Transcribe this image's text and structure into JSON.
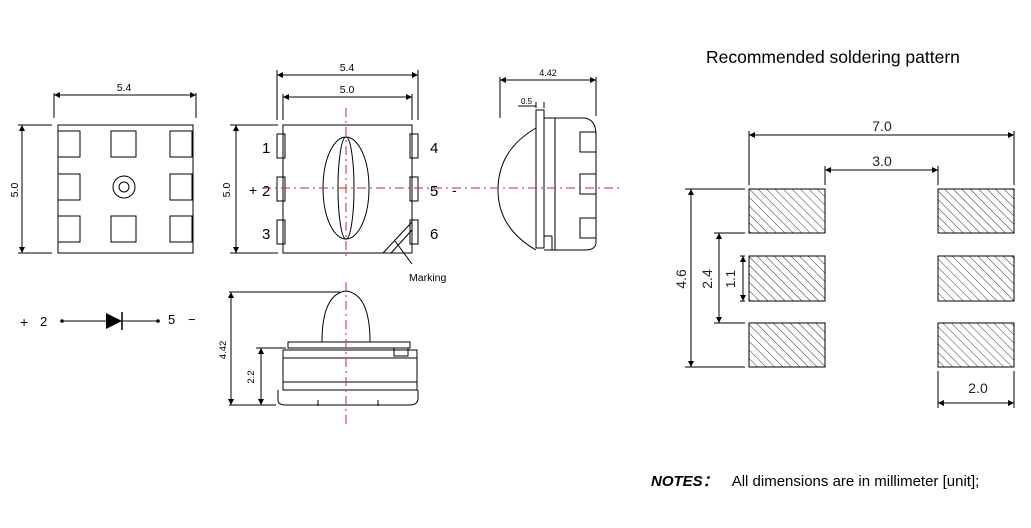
{
  "soldering": {
    "title": "Recommended soldering pattern",
    "dims": {
      "overall_width": "7.0",
      "inner_gap": "3.0",
      "overall_height": "4.6",
      "pitch": "2.4",
      "pad_height": "1.1",
      "pad_width": "2.0"
    }
  },
  "top_view": {
    "width": "5.4",
    "height": "5.0"
  },
  "front_view": {
    "outer_width": "5.4",
    "inner_width": "5.0",
    "height": "5.0",
    "pins": [
      "1",
      "2",
      "3",
      "4",
      "5",
      "6"
    ],
    "plus": "+",
    "minus": "-",
    "marking": "Marking"
  },
  "side_view": {
    "width": "4.42",
    "offset": "0.5"
  },
  "bottom_view": {
    "height": "4.42",
    "body_height": "2.2"
  },
  "circuit": {
    "plus": "+",
    "anode": "2",
    "cathode": "5",
    "minus": "−"
  },
  "notes": {
    "label": "NOTES：",
    "text": "All dimensions are in millimeter [unit];"
  },
  "colors": {
    "line": "#000000",
    "centerline": "#d9262b",
    "hatch": "#333333"
  }
}
